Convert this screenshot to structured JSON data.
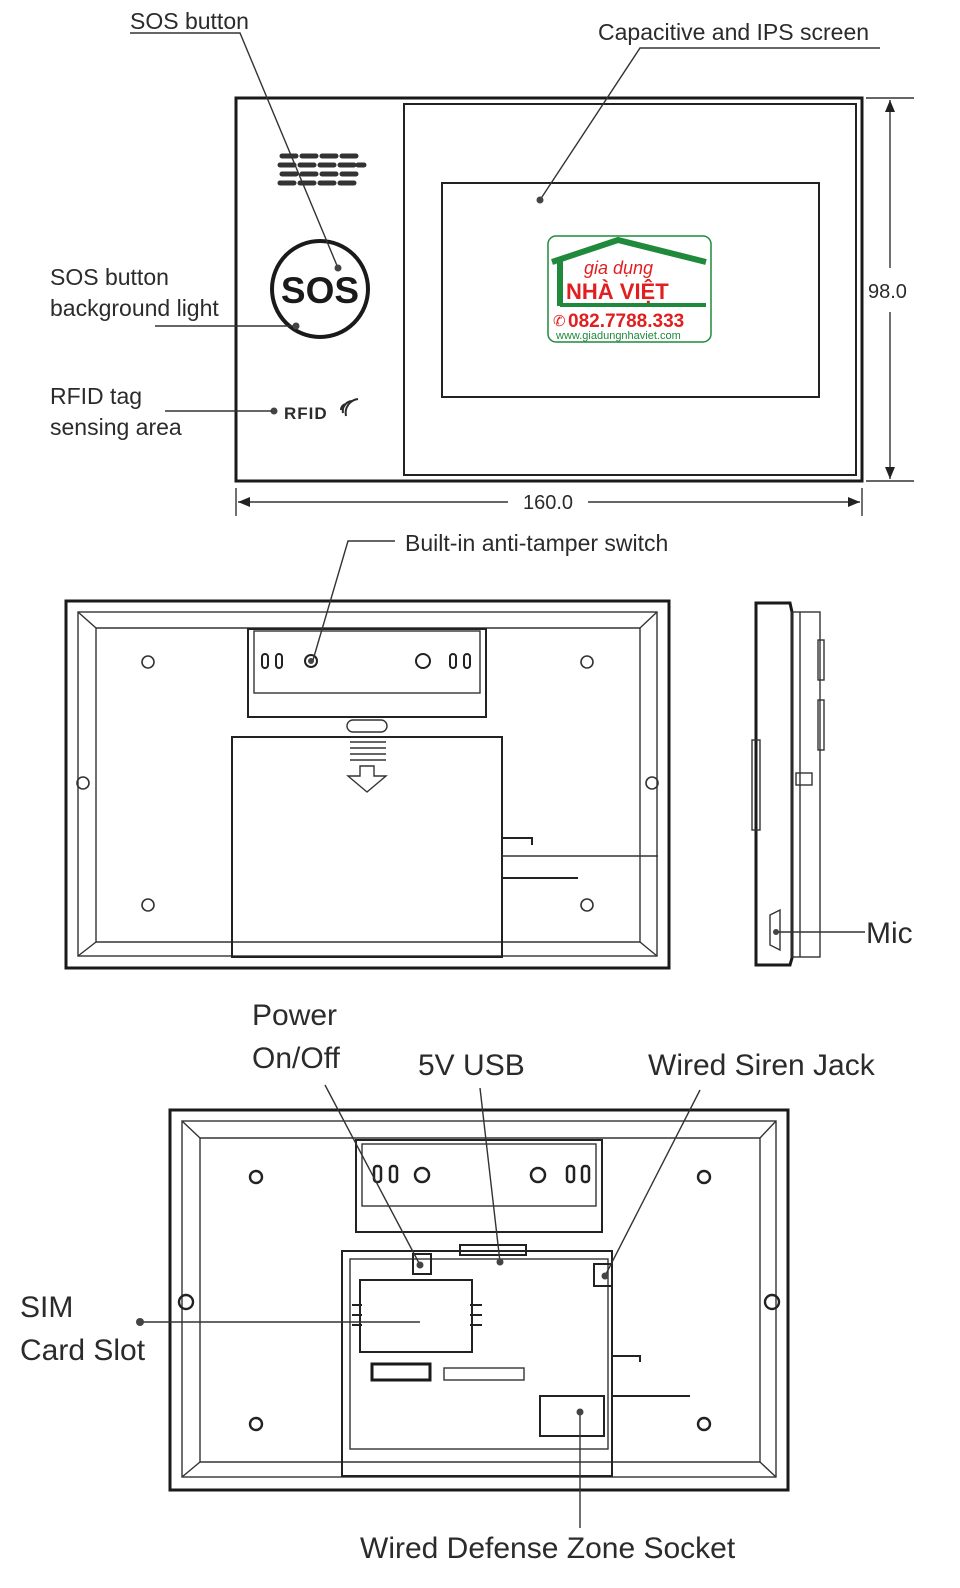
{
  "front_view": {
    "labels": {
      "sos_button": "SOS button",
      "screen": "Capacitive and IPS screen",
      "sos_light_line1": "SOS button",
      "sos_light_line2": "background light",
      "rfid_line1": "RFID tag",
      "rfid_line2": "sensing area"
    },
    "sos_text": "SOS",
    "rfid_text": "RFID",
    "dim_width": "160.0",
    "dim_height": "98.0",
    "watermark": {
      "line1": "gia dụng",
      "line2": "NHÀ VIỆT",
      "phone": "082.7788.333",
      "url": "www.giadungnhaviet.com",
      "brand_color": "#1f8a3b",
      "accent_color": "#e02020"
    }
  },
  "back_view": {
    "labels": {
      "tamper": "Built-in anti-tamper switch"
    }
  },
  "side_view": {
    "labels": {
      "mic": "Mic"
    }
  },
  "interior_view": {
    "labels": {
      "power_line1": "Power",
      "power_line2": "On/Off",
      "usb": "5V USB",
      "siren": "Wired Siren Jack",
      "sim_line1": "SIM",
      "sim_line2": "Card Slot",
      "defense": "Wired Defense Zone Socket"
    }
  }
}
